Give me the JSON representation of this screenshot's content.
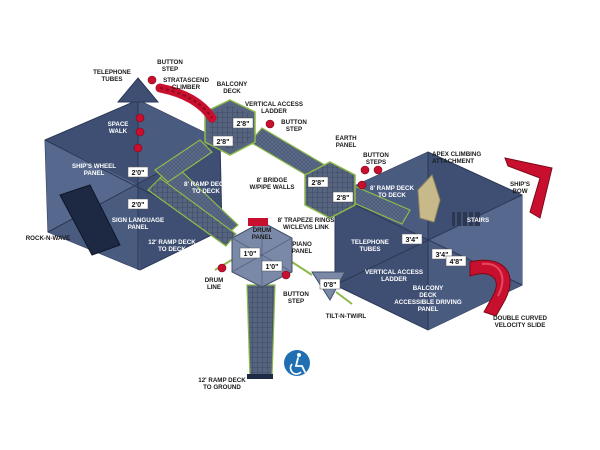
{
  "colors": {
    "roof": "#3e4f73",
    "roof_light": "#7a89a8",
    "deck": "#5d6c8a",
    "rail_green": "#8db94a",
    "accent_red": "#c8102e",
    "climber_tan": "#c8b98a",
    "access_blue": "#1f6fb2"
  },
  "labels": {
    "telephone_tubes": "TELEPHONE TUBES",
    "button_step_top": "BUTTON STEP",
    "stratascend_climber": "STRATASCEND CLIMBER",
    "balcony_deck_top": "BALCONY DECK",
    "vertical_access_ladder_top": "VERTICAL ACCESS LADDER",
    "button_step_mid": "BUTTON STEP",
    "earth_panel": "EARTH PANEL",
    "button_steps": "BUTTON STEPS",
    "apex_climbing_attachment": "APEX CLIMBING ATTACHMENT",
    "ships_bow": "SHIP'S BOW",
    "space_walk": "SPACE WALK",
    "ships_wheel_panel": "SHIP'S WHEEL PANEL",
    "ramp_8_deck_to_deck_left": "8' RAMP DECK TO DECK",
    "bridge_8_pipe_walls": "8' BRIDGE W/PIPE WALLS",
    "ramp_8_deck_to_deck_right": "8' RAMP DECK TO DECK",
    "stairs": "STAIRS",
    "rock_n_wave": "ROCK-N-WAVE",
    "sign_language_panel": "SIGN LANGUAGE PANEL",
    "ramp_12_deck_to_deck": "12' RAMP DECK TO DECK",
    "drum_panel": "DRUM PANEL",
    "trapeze_rings": "8' TRAPEZE RINGS W/CLEVIS LINK",
    "telephone_tubes_right": "TELEPHONE TUBES",
    "piano_panel": "PIANO PANEL",
    "vertical_access_ladder_right": "VERTICAL ACCESS LADDER",
    "balcony_deck_right": "BALCONY DECK",
    "accessible_driving_panel": "ACCESSIBLE DRIVING PANEL",
    "drum_line": "DRUM LINE",
    "button_step_low": "BUTTON STEP",
    "tilt_n_twirl": "TILT-N-TWIRL",
    "double_curved_velocity_slide": "DOUBLE CURVED VELOCITY SLIDE",
    "ramp_12_deck_to_ground": "12' RAMP DECK TO GROUND"
  },
  "heights": {
    "h1": "2'8\"",
    "h2": "2'8\"",
    "h3": "2'0\"",
    "h4": "2'0\"",
    "h5": "2'8\"",
    "h6": "2'8\"",
    "h7": "1'0\"",
    "h8": "1'0\"",
    "h9": "0'8\"",
    "h10": "3'4\"",
    "h11": "3'4\"",
    "h12": "4'8\""
  },
  "icons": {
    "accessibility": "accessibility-icon"
  }
}
